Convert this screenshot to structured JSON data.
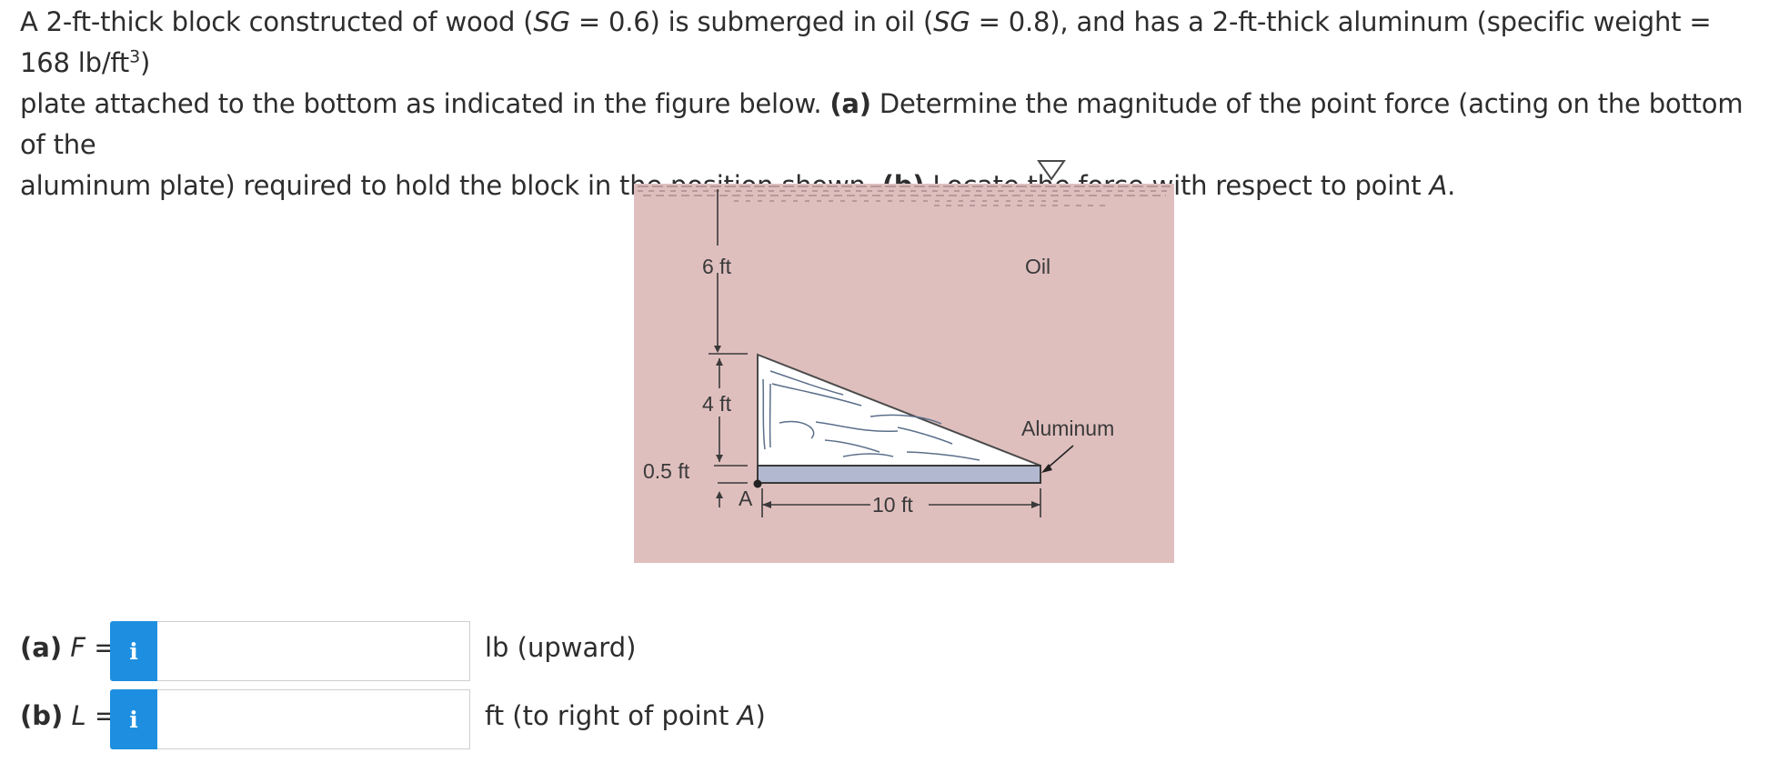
{
  "problem": {
    "part1": "A 2-ft-thick block constructed of wood (",
    "sg_sym_1": "SG",
    "part2": " = 0.6) is submerged in oil (",
    "sg_sym_2": "SG",
    "part3": " = 0.8), and has a 2-ft-thick aluminum (specific weight = 168 lb/ft",
    "part3_sup": "3",
    "part4": ")",
    "part5": "plate attached to the bottom as indicated in the figure below. ",
    "part_a_label": "(a)",
    "part6": " Determine the magnitude of the point force (acting on the bottom of the",
    "part7": "aluminum plate) required to hold the block in the position shown. ",
    "part_b_label": "(b)",
    "part8": " Locate the force with respect to point ",
    "point_sym": "A",
    "part9": "."
  },
  "figure": {
    "oil_label": "Oil",
    "aluminum_label": "Aluminum",
    "dim_6ft": "6 ft",
    "dim_4ft": "4 ft",
    "dim_05ft": "0.5 ft",
    "dim_10ft": "10 ft",
    "point_label": "A",
    "colors": {
      "oil": "#dfbfbe",
      "aluminum": "#b3b8d1",
      "wood": "#ffffff",
      "surface_dash": "#b89898"
    }
  },
  "answers": {
    "a": {
      "label_bold": "(a)",
      "label_var": "F",
      "label_eq": " =",
      "info_icon": "i",
      "value": "",
      "unit": "lb (upward)"
    },
    "b": {
      "label_bold": "(b)",
      "label_var": "L",
      "label_eq": " =",
      "info_icon": "i",
      "value": "",
      "unit_pre": "ft (to right of point ",
      "unit_var": "A",
      "unit_post": ")"
    }
  }
}
